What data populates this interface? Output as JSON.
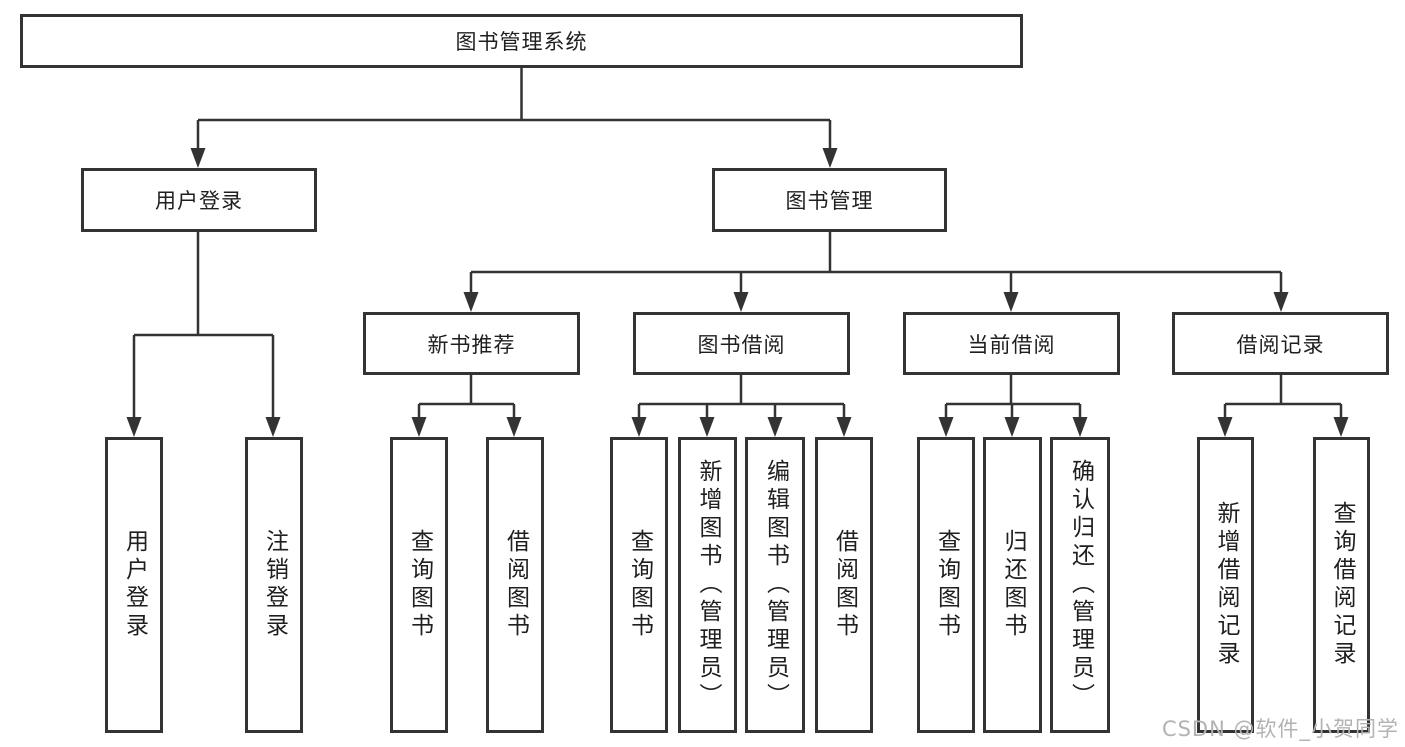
{
  "diagram": {
    "title": "图书管理系统",
    "level2": [
      {
        "label": "用户登录"
      },
      {
        "label": "图书管理"
      }
    ],
    "level3": [
      {
        "label": "新书推荐"
      },
      {
        "label": "图书借阅"
      },
      {
        "label": "当前借阅"
      },
      {
        "label": "借阅记录"
      }
    ],
    "leaves": [
      {
        "label": "用户登录"
      },
      {
        "label": "注销登录"
      },
      {
        "label": "查询图书"
      },
      {
        "label": "借阅图书"
      },
      {
        "label": "查询图书"
      },
      {
        "label": "新增图书（管理员）"
      },
      {
        "label": "编辑图书（管理员）"
      },
      {
        "label": "借阅图书"
      },
      {
        "label": "查询图书"
      },
      {
        "label": "归还图书"
      },
      {
        "label": "确认归还（管理员）"
      },
      {
        "label": "新增借阅记录"
      },
      {
        "label": "查询借阅记录"
      }
    ]
  },
  "watermark": "CSDN @软件_小贺同学",
  "colors": {
    "line": "#333333",
    "box_background": "#ffffff",
    "text": "#1f1f1f",
    "watermark": "#b3b3b3"
  }
}
